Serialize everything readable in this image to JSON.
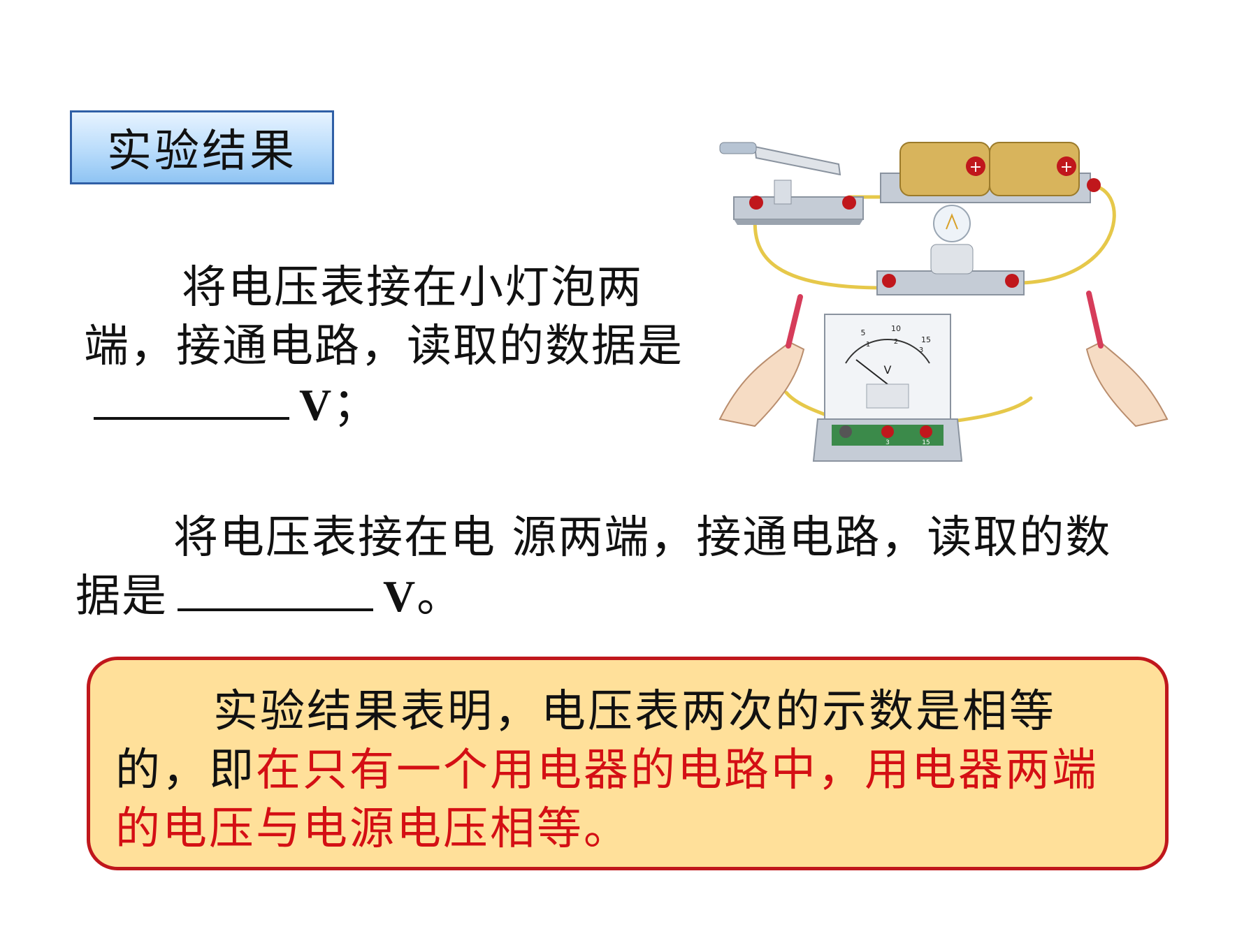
{
  "title": "实验结果",
  "paragraph1": {
    "text": "将电压表接在小灯泡两端，接通电路，读取的数据是",
    "unit": "V",
    "end": "；"
  },
  "paragraph2": {
    "text": "将电压表接在电 源两端，接通电路，读取的数据是",
    "unit": "V",
    "end": "。"
  },
  "conclusion": {
    "lead": "实验结果表明，电压表两次的示数是相等的，即",
    "highlight": "在只有一个用电器的电路中，用电器两端的电压与电源电压相等。",
    "highlight_color": "#d40f14"
  },
  "figure": {
    "meter_unit": "V",
    "meter_scale_top": [
      "5",
      "10",
      "15"
    ],
    "meter_scale_bottom": [
      "1",
      "2",
      "3"
    ],
    "terminal_labels": [
      "3",
      "15"
    ]
  }
}
